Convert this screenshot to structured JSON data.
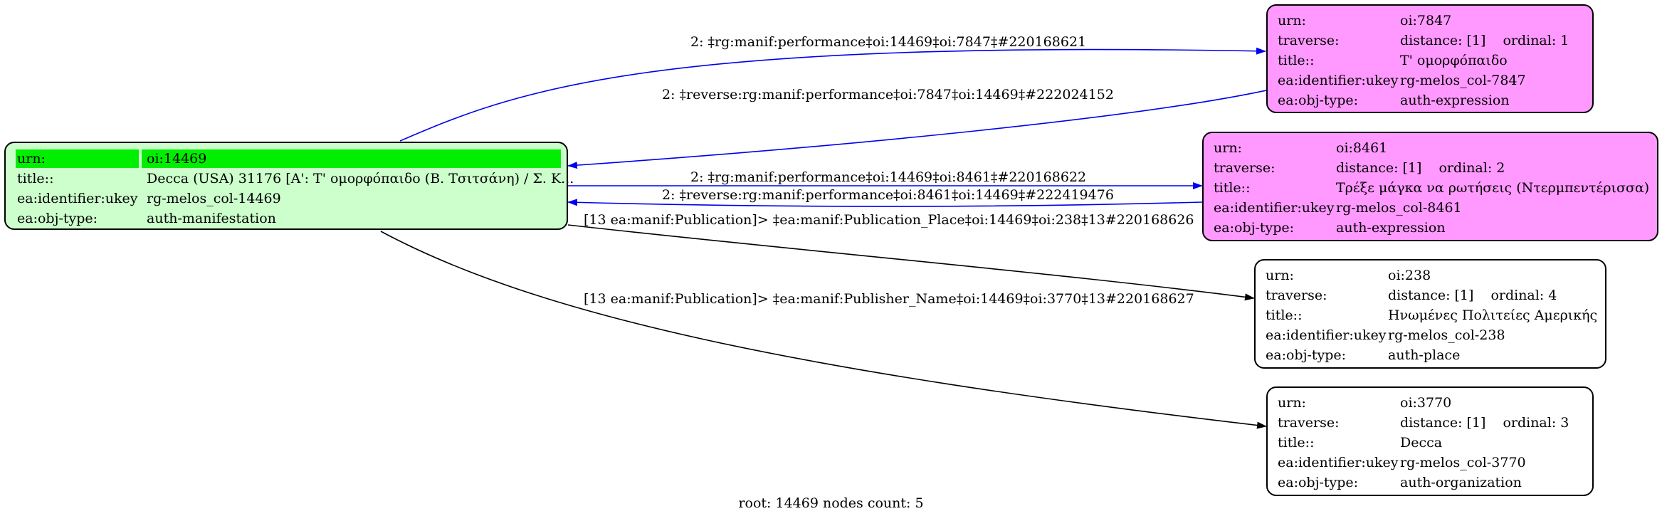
{
  "colors": {
    "root_fill": "#ccffcc",
    "root_highlight": "#00ee00",
    "expression_fill": "#ff99ff",
    "plain_fill": "#ffffff",
    "forward_edge": "#0000ee",
    "plain_edge": "#000000"
  },
  "nodes": {
    "root": {
      "urn_key": "urn:",
      "urn": "oi:14469",
      "title_key": "title::",
      "title": "Decca (USA) 31176 [A': Τ' ομορφόπαιδο (Β. Τσιτσάνη) / Σ. Κ...",
      "ukey_key": "ea:identifier:ukey",
      "ukey": "rg-melos_col-14469",
      "type_key": "ea:obj-type:",
      "type": "auth-manifestation"
    },
    "n7847": {
      "urn_key": "urn:",
      "urn": "oi:7847",
      "traverse_key": "traverse:",
      "distance": "distance: [1]",
      "ordinal": "ordinal: 1",
      "title_key": "title::",
      "title": "Τ' ομορφόπαιδο",
      "ukey_key": "ea:identifier:ukey",
      "ukey": "rg-melos_col-7847",
      "type_key": "ea:obj-type:",
      "type": "auth-expression"
    },
    "n8461": {
      "urn_key": "urn:",
      "urn": "oi:8461",
      "traverse_key": "traverse:",
      "distance": "distance: [1]",
      "ordinal": "ordinal: 2",
      "title_key": "title::",
      "title": "Τρέξε μάγκα να ρωτήσεις (Ντερμπεντέρισσα)",
      "ukey_key": "ea:identifier:ukey",
      "ukey": "rg-melos_col-8461",
      "type_key": "ea:obj-type:",
      "type": "auth-expression"
    },
    "n238": {
      "urn_key": "urn:",
      "urn": "oi:238",
      "traverse_key": "traverse:",
      "distance": "distance: [1]",
      "ordinal": "ordinal: 4",
      "title_key": "title::",
      "title": "Ηνωμένες Πολιτείες Αμερικής",
      "ukey_key": "ea:identifier:ukey",
      "ukey": "rg-melos_col-238",
      "type_key": "ea:obj-type:",
      "type": "auth-place"
    },
    "n3770": {
      "urn_key": "urn:",
      "urn": "oi:3770",
      "traverse_key": "traverse:",
      "distance": "distance: [1]",
      "ordinal": "ordinal: 3",
      "title_key": "title::",
      "title": "Decca",
      "ukey_key": "ea:identifier:ukey",
      "ukey": "rg-melos_col-3770",
      "type_key": "ea:obj-type:",
      "type": "auth-organization"
    }
  },
  "edges": {
    "e1": "2: ‡rg:manif:performance‡oi:14469‡oi:7847‡#220168621",
    "e2": "2: ‡reverse:rg:manif:performance‡oi:7847‡oi:14469‡#222024152",
    "e3": "2: ‡rg:manif:performance‡oi:14469‡oi:8461‡#220168622",
    "e4": "2: ‡reverse:rg:manif:performance‡oi:8461‡oi:14469‡#222419476",
    "e5": "[13 ea:manif:Publication]> ‡ea:manif:Publication_Place‡oi:14469‡oi:238‡13#220168626",
    "e6": "[13 ea:manif:Publication]> ‡ea:manif:Publisher_Name‡oi:14469‡oi:3770‡13#220168627"
  },
  "footer": "root: 14469 nodes count: 5"
}
